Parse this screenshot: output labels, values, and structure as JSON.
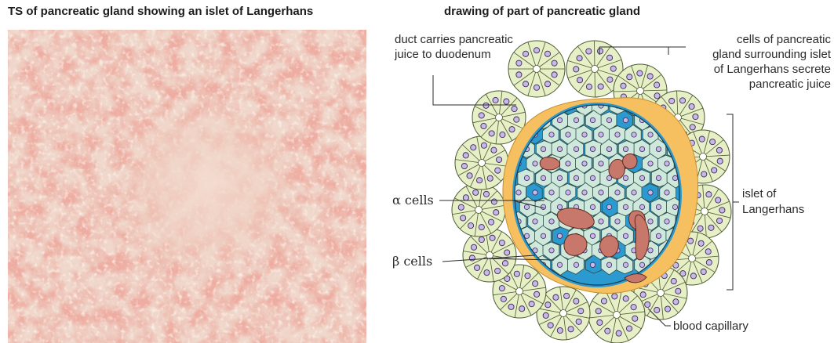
{
  "headings": {
    "left": "TS of pancreatic gland showing an islet of Langerhans",
    "right": "drawing of part of pancreatic gland"
  },
  "labels": {
    "duct": [
      "duct carries pancreatic",
      "juice to duodenum"
    ],
    "cells_gland": [
      "cells of pancreatic",
      "gland surrounding islet",
      "of Langerhans secrete",
      "pancreatic juice"
    ],
    "alpha": "α cells",
    "beta": "β cells",
    "islet": [
      "islet of",
      "Langerhans"
    ],
    "capillary": "blood capillary"
  },
  "colors": {
    "acinar_cell": "#e6efc6",
    "nucleus": "#c8b8e8",
    "islet_cell": "#cfe8dc",
    "alpha_cell": "#2a9ad0",
    "capillary": "#c8786a",
    "connective": "#f6c060",
    "stain": "#d86a5c"
  }
}
